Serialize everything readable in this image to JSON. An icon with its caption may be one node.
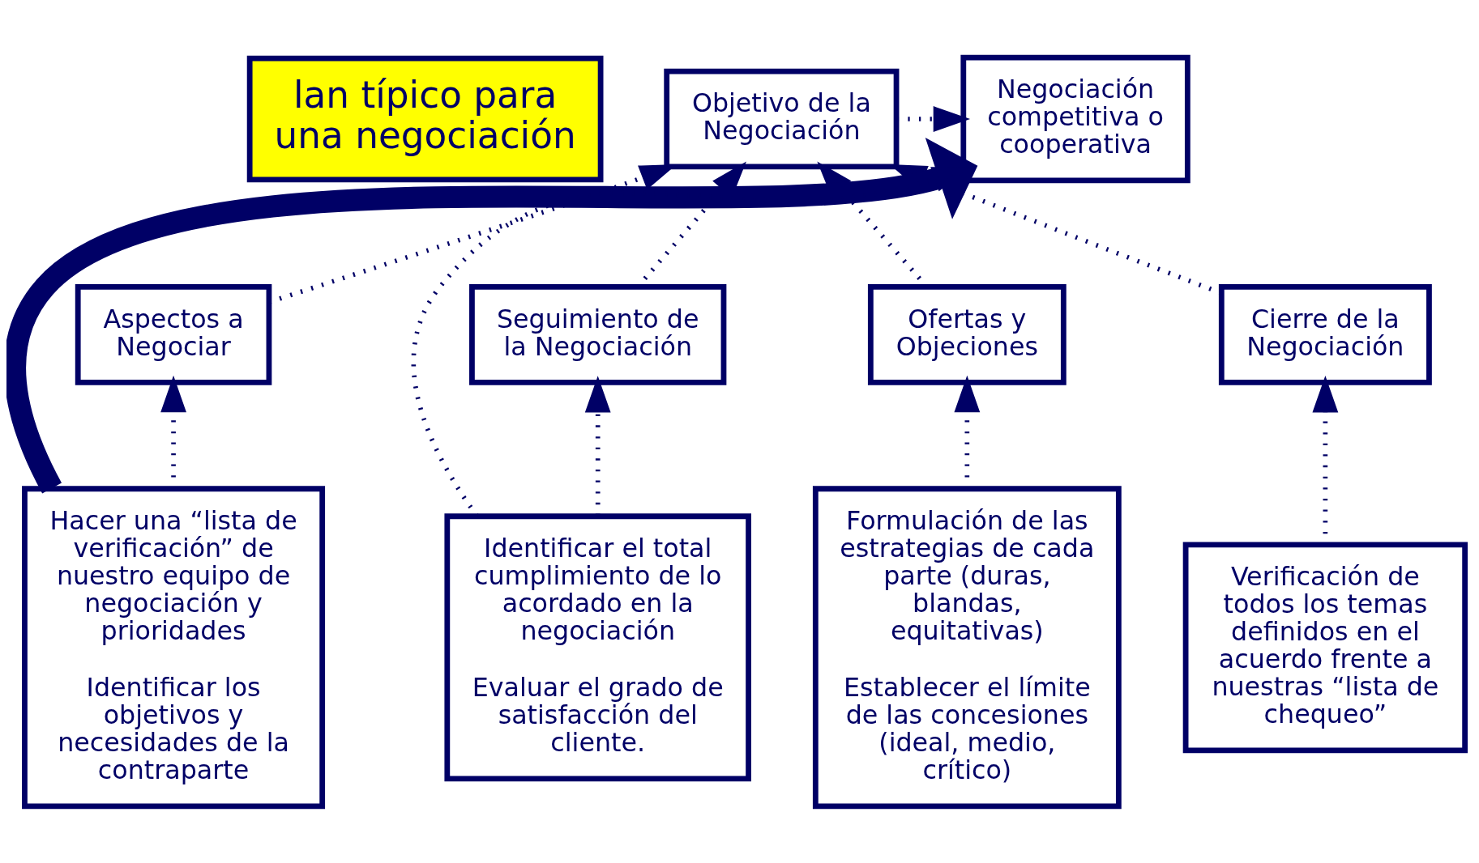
{
  "diagram": {
    "nodes": [
      {
        "text": [
          "lan típico para una negociación"
        ]
      },
      {
        "text": [
          "Objetivo de la Negociación"
        ]
      },
      {
        "text": [
          "Negociación competitiva o cooperativa"
        ]
      },
      {
        "text": [
          "Aspectos a Negociar"
        ]
      },
      {
        "text": [
          "Ofertas y Objeciones"
        ]
      },
      {
        "text": [
          "Cierre de la Negociación"
        ]
      },
      {
        "text": [
          "Seguimiento de la Negociación"
        ]
      },
      {
        "text": [
          "Hacer una “lista de verificación” de nuestro equipo de negociación y prioridades",
          "Identificar los objetivos y necesidades de la contraparte"
        ]
      },
      {
        "text": [
          "Formulación de las estrategias de cada parte (duras, blandas, equitativas)",
          "Establecer el límite de las concesiones (ideal, medio, crítico)"
        ]
      },
      {
        "text": [
          "Verificación de todos los temas definidos en el acuerdo frente a nuestras “lista de chequeo”"
        ]
      },
      {
        "text": [
          "Identificar el total cumplimiento de lo acordado en la negociación",
          "Evaluar el grado de satisfacción del cliente."
        ]
      }
    ],
    "edges": [
      {
        "from": 1,
        "to": 2,
        "arrow": "to",
        "style": "dashed"
      },
      {
        "from": 3,
        "to": 1,
        "arrow": "to",
        "style": "dashed"
      },
      {
        "from": 4,
        "to": 1,
        "arrow": "to",
        "style": "dashed"
      },
      {
        "from": 5,
        "to": 1,
        "arrow": "to",
        "style": "dashed"
      },
      {
        "from": 6,
        "to": 1,
        "arrow": "to",
        "style": "dashed"
      },
      {
        "from": 7,
        "to": 3,
        "arrow": "to",
        "style": "dashed"
      },
      {
        "from": 8,
        "to": 4,
        "arrow": "to",
        "style": "dashed"
      },
      {
        "from": 9,
        "to": 5,
        "arrow": "to",
        "style": "dashed"
      },
      {
        "from": 10,
        "to": 6,
        "arrow": "to",
        "style": "dashed"
      },
      {
        "from": 7,
        "to": 2,
        "arrow": "to",
        "style": "thick"
      },
      {
        "from": 10,
        "to": 2,
        "arrow": "to",
        "style": "dashed"
      }
    ]
  }
}
